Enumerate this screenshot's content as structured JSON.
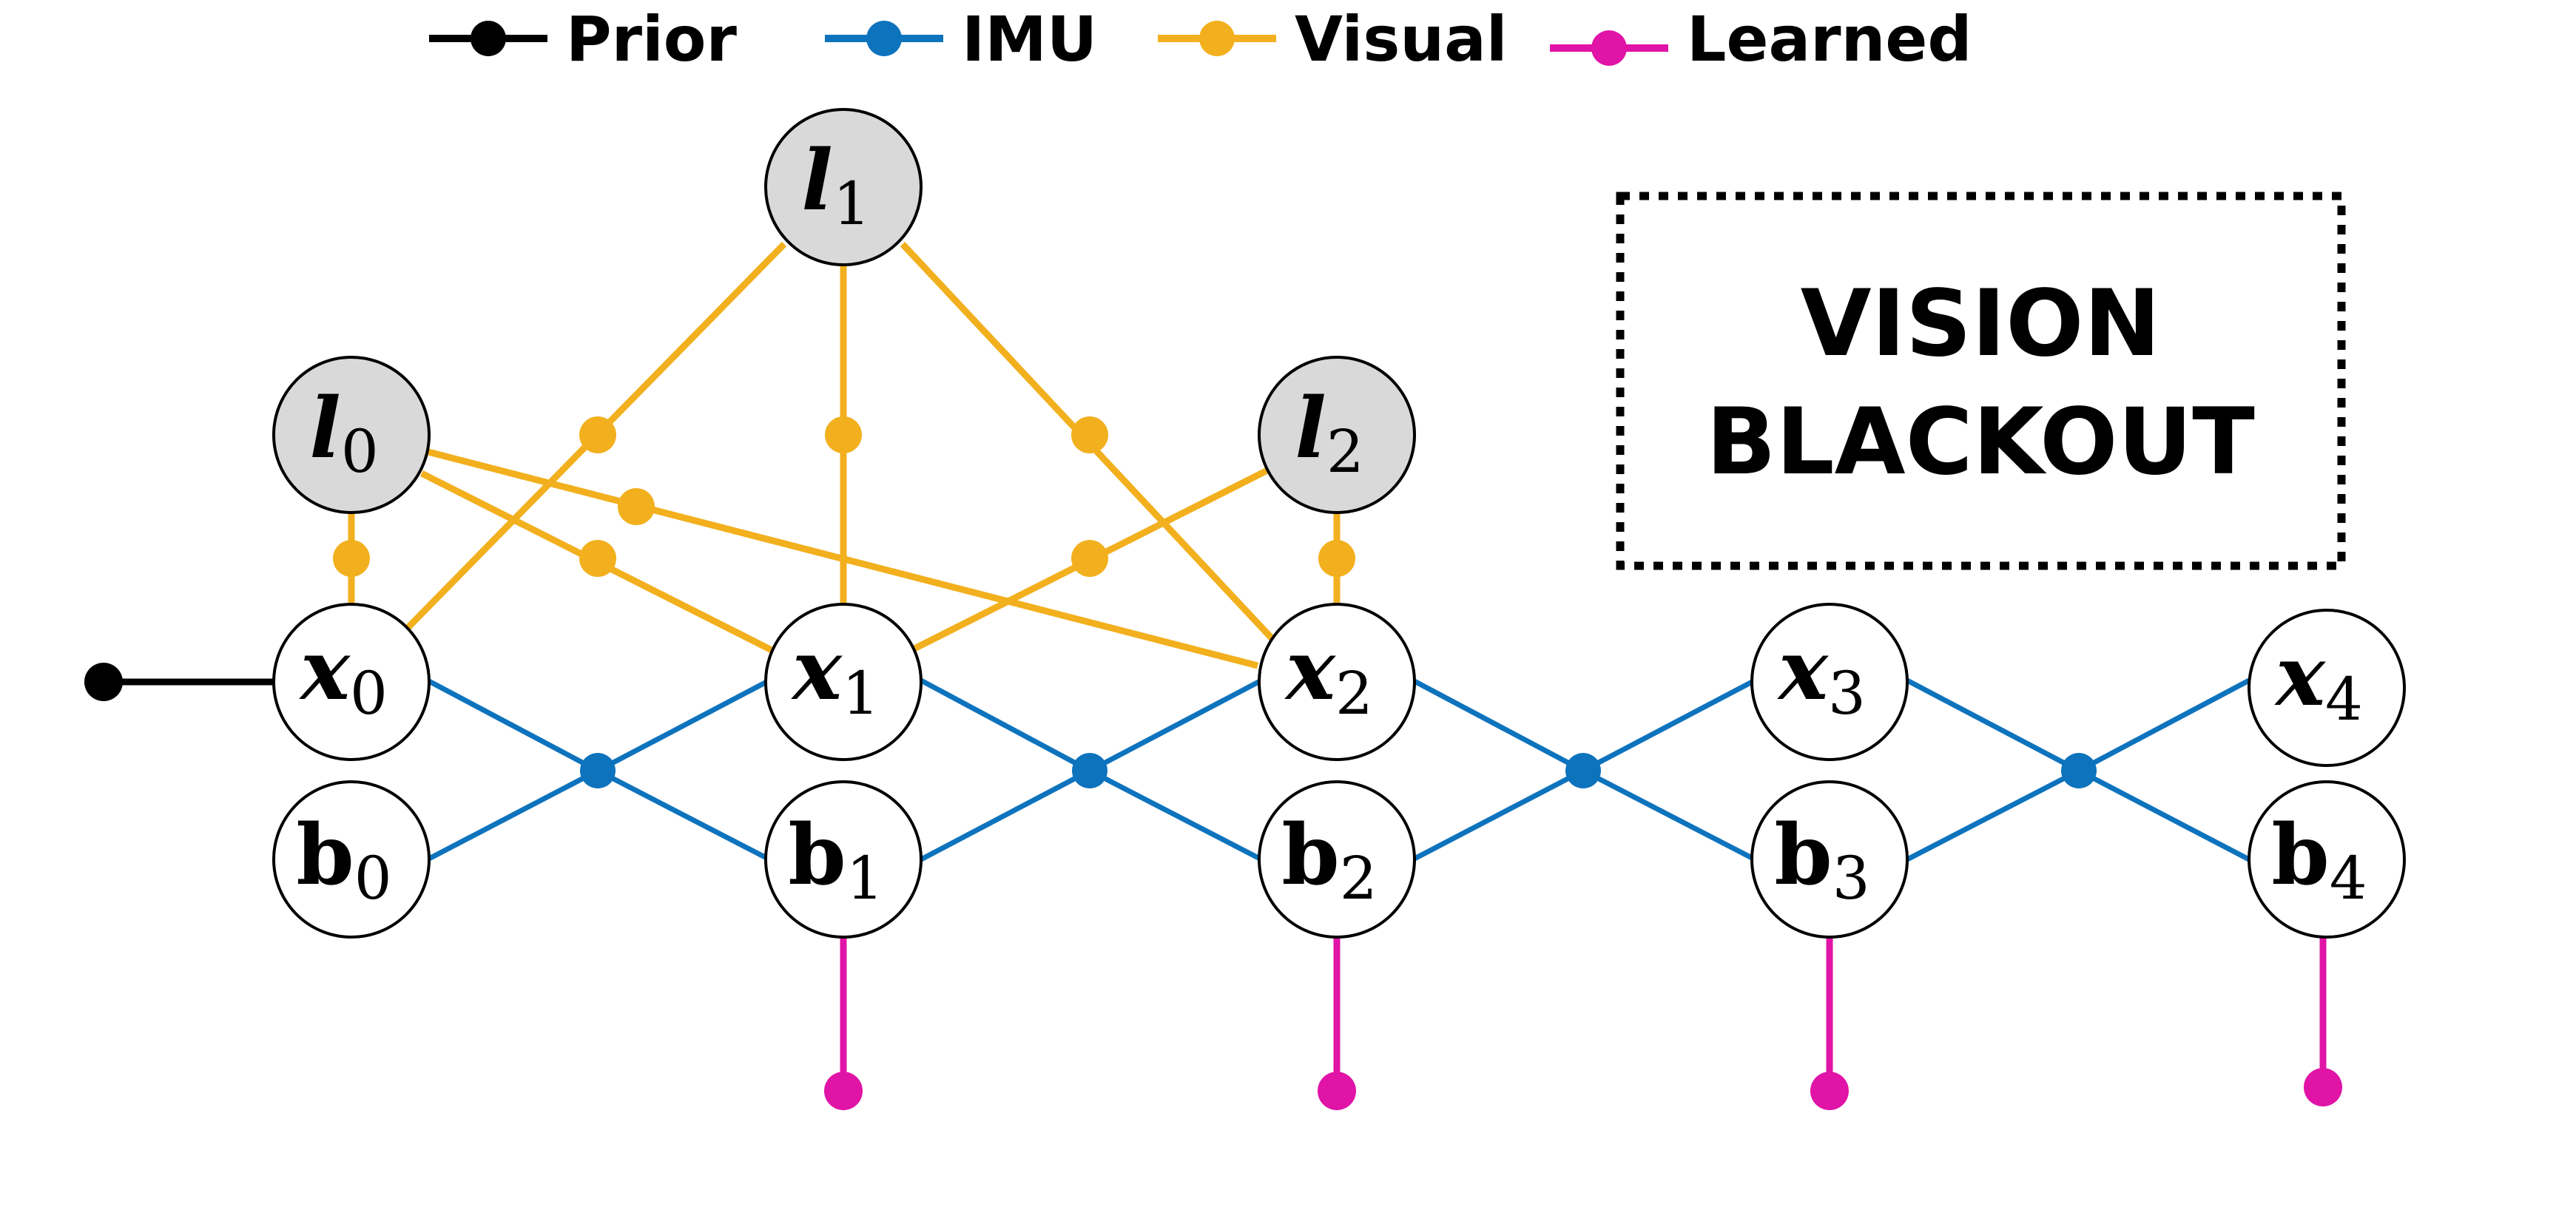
{
  "legend": [
    {
      "key": "prior",
      "label": "Prior",
      "color": "#000000"
    },
    {
      "key": "imu",
      "label": "IMU",
      "color": "#0e73bd"
    },
    {
      "key": "visual",
      "label": "Visual",
      "color": "#f2b01e"
    },
    {
      "key": "learned",
      "label": "Learned",
      "color": "#e014a6"
    }
  ],
  "blackout": {
    "line1": "VISION",
    "line2": "BLACKOUT"
  },
  "nodes": {
    "landmarks": [
      {
        "sym": "l",
        "sub": "0"
      },
      {
        "sym": "l",
        "sub": "1"
      },
      {
        "sym": "l",
        "sub": "2"
      }
    ],
    "states": [
      {
        "sym": "x",
        "sub": "0"
      },
      {
        "sym": "x",
        "sub": "1"
      },
      {
        "sym": "x",
        "sub": "2"
      },
      {
        "sym": "x",
        "sub": "3"
      },
      {
        "sym": "x",
        "sub": "4"
      }
    ],
    "biases": [
      {
        "sym": "b",
        "sub": "0"
      },
      {
        "sym": "b",
        "sub": "1"
      },
      {
        "sym": "b",
        "sub": "2"
      },
      {
        "sym": "b",
        "sub": "3"
      },
      {
        "sym": "b",
        "sub": "4"
      }
    ]
  },
  "colors": {
    "landmark_fill": "#d9d9d9",
    "node_fill": "#ffffff",
    "node_stroke": "#000000",
    "box_border": "#000000"
  }
}
